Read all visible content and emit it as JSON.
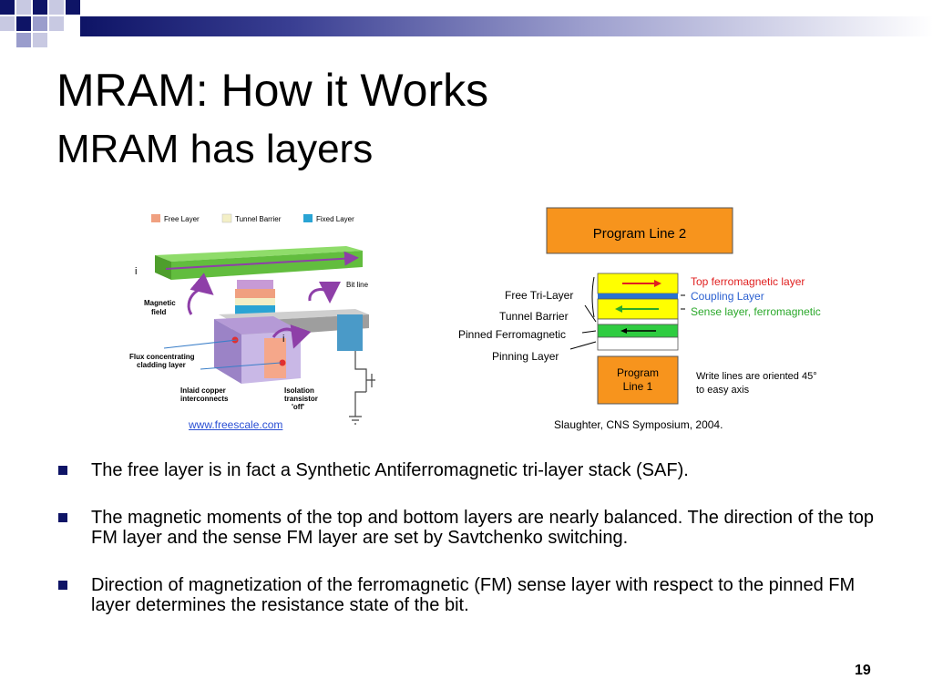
{
  "slide": {
    "title": "MRAM: How it Works",
    "subtitle": "MRAM has layers",
    "page_number": "19"
  },
  "left_figure": {
    "legend": [
      "Free Layer",
      "Tunnel Barrier",
      "Fixed Layer"
    ],
    "legend_colors": [
      "#f0a080",
      "#f3efc6",
      "#2aa4d4"
    ],
    "labels": {
      "current": "i",
      "current2": "i",
      "bit_line": "Bit line",
      "magnetic_field": [
        "Magnetic",
        "field"
      ],
      "flux": [
        "Flux concentrating",
        "cladding layer"
      ],
      "copper": [
        "Inlaid copper",
        "interconnects"
      ],
      "isolation": [
        "Isolation",
        "transistor",
        "'off'"
      ]
    },
    "caption": "www.freescale.com"
  },
  "right_figure": {
    "program_line_2": "Program Line 2",
    "program_line_1": [
      "Program",
      "Line 1"
    ],
    "left_labels": [
      "Free Tri-Layer",
      "Tunnel Barrier",
      "Pinned Ferromagnetic",
      "Pinning Layer"
    ],
    "right_labels": [
      {
        "text": "Top ferromagnetic layer",
        "color": "#e02020"
      },
      {
        "text": "Coupling Layer",
        "color": "#2a5fd0"
      },
      {
        "text": "Sense layer, ferromagnetic",
        "color": "#2aa82a"
      }
    ],
    "note": [
      "Write lines are oriented 45°",
      "to easy axis"
    ],
    "caption": "Slaughter, CNS Symposium, 2004."
  },
  "bullets": [
    "The free layer is in fact a Synthetic Antiferromagnetic tri-layer stack (SAF).",
    "The magnetic moments of the top and bottom layers are nearly balanced.  The direction of the top FM layer and the sense FM layer are set by Savtchenko switching.",
    "Direction of magnetization of the ferromagnetic (FM)  sense layer with respect to the pinned FM layer determines the resistance state of the bit."
  ],
  "colors": {
    "accent": "#0e1466",
    "program_line": "#f7941d",
    "free_layer_yellow": "#ffff00",
    "green_layer": "#2ecc40"
  }
}
